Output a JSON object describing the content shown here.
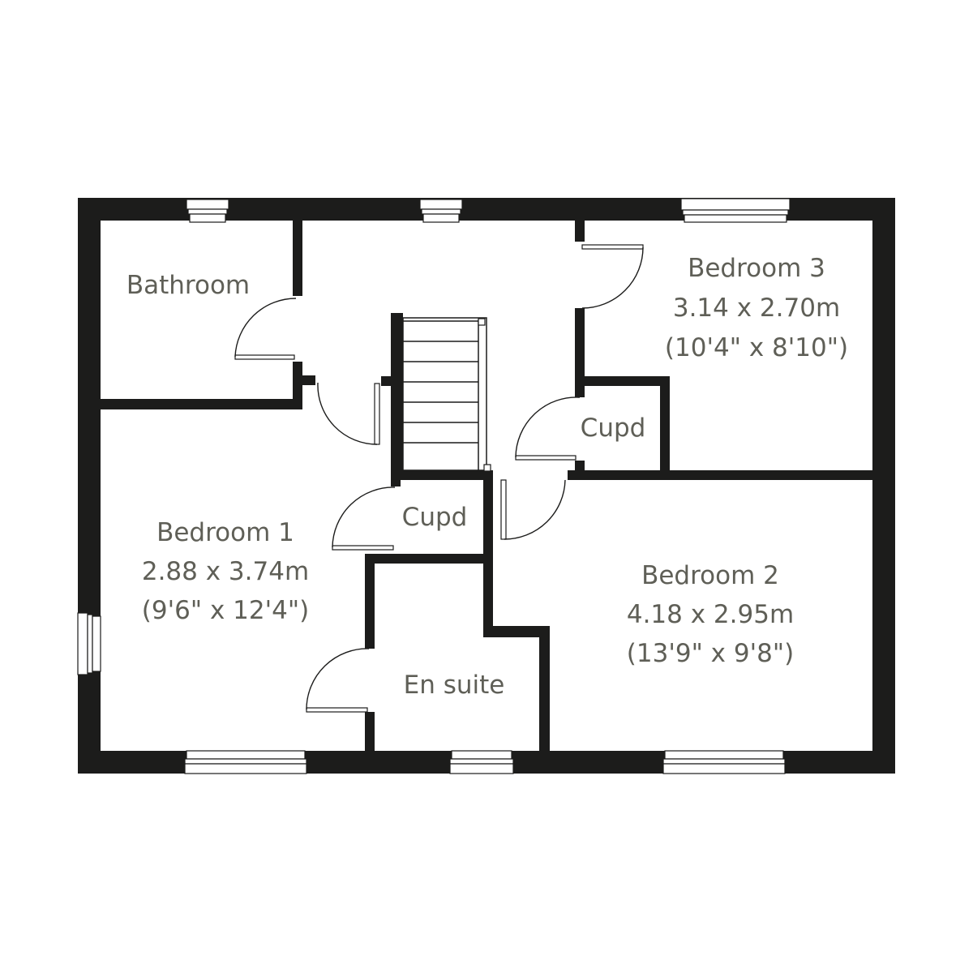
{
  "colors": {
    "wall": "#1c1c1b",
    "text": "#5f5f57",
    "background": "#ffffff"
  },
  "rooms": {
    "bathroom": {
      "name": "Bathroom"
    },
    "bedroom1": {
      "name": "Bedroom 1",
      "metric": "2.88 x 3.74m",
      "imperial": "(9'6\" x 12'4\")"
    },
    "bedroom2": {
      "name": "Bedroom 2",
      "metric": "4.18 x 2.95m",
      "imperial": "(13'9\" x 9'8\")"
    },
    "bedroom3": {
      "name": "Bedroom 3",
      "metric": "3.14 x 2.70m",
      "imperial": "(10'4\" x 8'10\")"
    },
    "cupd1": {
      "name": "Cupd"
    },
    "cupd2": {
      "name": "Cupd"
    },
    "ensuite": {
      "name": "En suite"
    }
  }
}
